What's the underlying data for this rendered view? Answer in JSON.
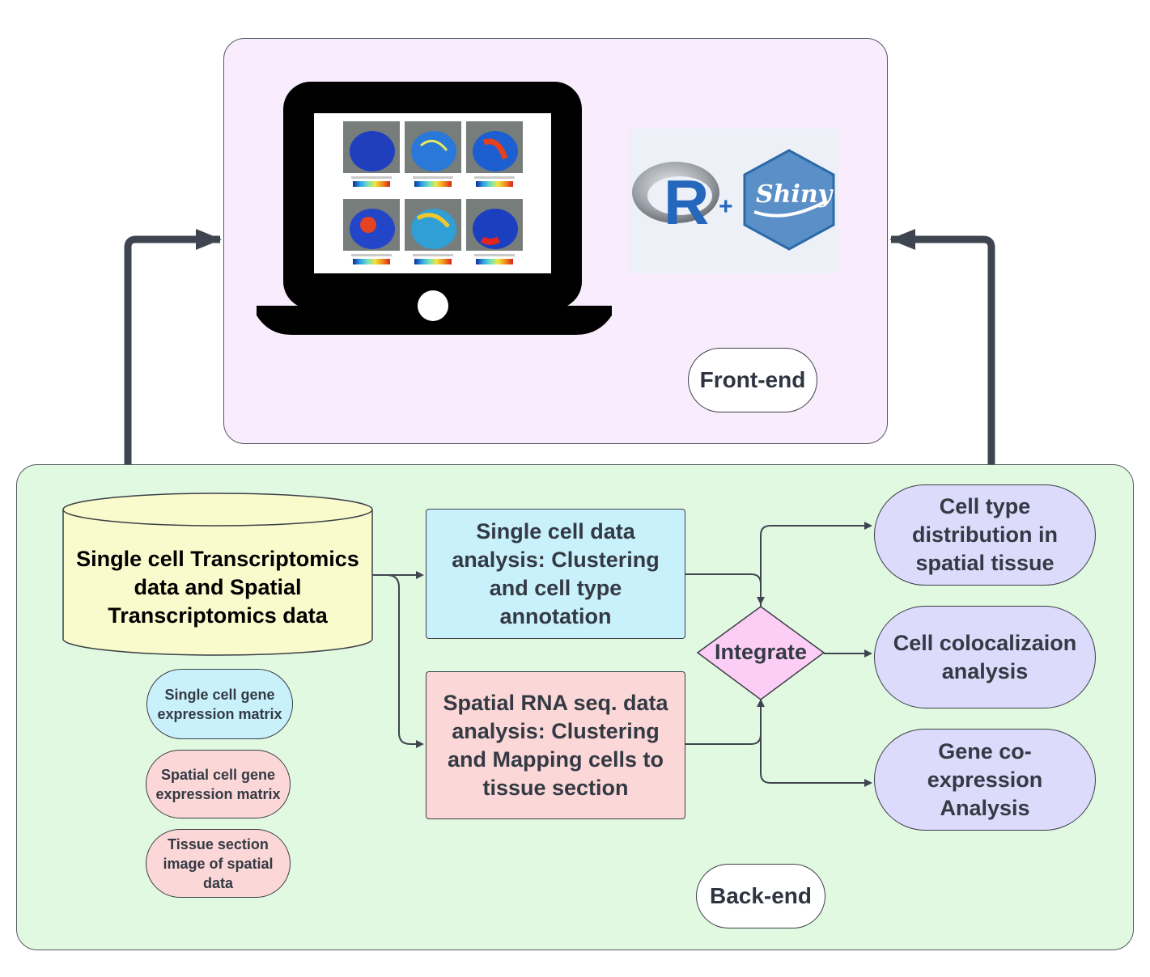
{
  "frontend": {
    "label": "Front-end"
  },
  "backend": {
    "label": "Back-end"
  },
  "logos": {
    "r_letter": "R",
    "plus": "+",
    "shiny_word": "Shiny"
  },
  "data_source": {
    "label": "Single cell Transcriptomics data and Spatial Transcriptomics data"
  },
  "inputs": [
    {
      "label": "Single cell gene expression matrix",
      "color": "#c9f1fc"
    },
    {
      "label": "Spatial cell gene expression matrix",
      "color": "#fcd7d7"
    },
    {
      "label": "Tissue section image of spatial data",
      "color": "#fcd7d7"
    }
  ],
  "analyses": [
    {
      "label": "Single cell data analysis: Clustering and cell type annotation",
      "color": "#c9f1fc"
    },
    {
      "label": "Spatial RNA seq. data analysis: Clustering and Mapping cells to tissue section",
      "color": "#fcd7d7"
    }
  ],
  "integrate": {
    "label": "Integrate",
    "color": "#fccef5"
  },
  "outputs": [
    {
      "label": "Cell type distribution in spatial tissue"
    },
    {
      "label": "Cell colocalizaion analysis"
    },
    {
      "label": "Gene co-expression Analysis"
    }
  ],
  "colors": {
    "frontend_bg": "#f9ecfc",
    "backend_bg": "#e2f9e1",
    "cylinder": "#fafbcc",
    "output": "#dcdbfb",
    "connector": "#3f4550"
  }
}
